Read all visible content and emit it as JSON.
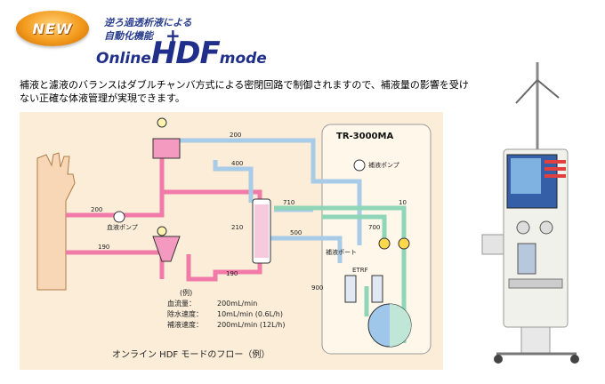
{
  "badge": {
    "label": "NEW"
  },
  "subtitle": {
    "line1": "逆ろ過透析液による",
    "line2": "自動化機能"
  },
  "logo": {
    "prefix": "Online",
    "main": "HDF",
    "suffix": "mode",
    "plus": "+"
  },
  "description": "補液と濾液のバランスはダブルチャンバ方式による密閉回路で制御されますので、補液量の影響を受けない正確な体液管理が実現できます。",
  "diagram": {
    "machine_label": "TR-3000MA",
    "caption": "オンライン HDF モードのフロー（例）",
    "pump_labels": {
      "blood": "血液ポンプ",
      "substitution": "補液ポンプ",
      "sub_port": "補液ポート",
      "etrf": "ETRF"
    },
    "numbers": [
      "200",
      "400",
      "200",
      "210",
      "190",
      "190",
      "710",
      "500",
      "700",
      "10",
      "900"
    ],
    "example": {
      "title": "(例)",
      "rows": [
        {
          "label": "血流量：",
          "value": "200mL/min"
        },
        {
          "label": "除水速度：",
          "value": "10mL/min (0.6L/h)"
        },
        {
          "label": "補液速度：",
          "value": "200mL/min (12L/h)"
        }
      ]
    }
  },
  "colors": {
    "logo": "#1f2f8a",
    "pink_line": "#f07aa8",
    "blue_line": "#a8cbe8",
    "green_line": "#8fd6b8",
    "panel": "#fbedd8"
  }
}
